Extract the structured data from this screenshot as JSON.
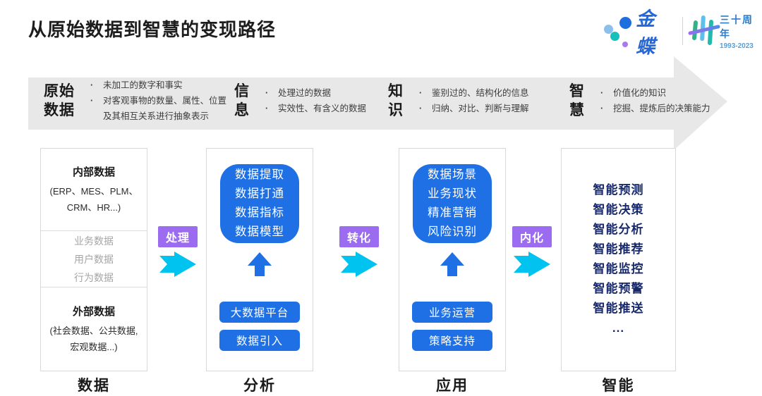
{
  "title": "从原始数据到智慧的变现路径",
  "logo": {
    "brand": "金蝶",
    "anniversary": "三十周年",
    "years": "1993-2023"
  },
  "banner": {
    "stages": [
      {
        "name": "原始\n数据",
        "bullets": [
          "未加工的数字和事实",
          "对客观事物的数量、属性、位置及其相互关系进行抽象表示"
        ]
      },
      {
        "name": "信\n息",
        "bullets": [
          "处理过的数据",
          "实效性、有含义的数据"
        ]
      },
      {
        "name": "知\n识",
        "bullets": [
          "鉴别过的、结构化的信息",
          "归纳、对比、判断与理解"
        ]
      },
      {
        "name": "智\n慧",
        "bullets": [
          "价值化的知识",
          "挖掘、提炼后的决策能力"
        ]
      }
    ]
  },
  "connectors": [
    {
      "label": "处理"
    },
    {
      "label": "转化"
    },
    {
      "label": "内化"
    }
  ],
  "columns": [
    {
      "footer": "数据",
      "sections": [
        {
          "heading": "内部数据",
          "lines": [
            "(ERP、MES、PLM、",
            "CRM、HR...)"
          ]
        },
        {
          "lines": [
            "业务数据",
            "用户数据",
            "行为数据"
          ]
        },
        {
          "heading": "外部数据",
          "lines": [
            "(社会数据、公共数据,",
            "宏观数据...)"
          ]
        }
      ]
    },
    {
      "footer": "分析",
      "bubble": "数据提取\n数据打通\n数据指标\n数据模型",
      "buttons": [
        "大数据平台",
        "数据引入"
      ]
    },
    {
      "footer": "应用",
      "bubble": "数据场景\n业务现状\n精准营销\n风险识别",
      "buttons": [
        "业务运营",
        "策略支持"
      ]
    },
    {
      "footer": "智能",
      "items": [
        "智能预测",
        "智能决策",
        "智能分析",
        "智能推荐",
        "智能监控",
        "智能预警",
        "智能推送",
        "..."
      ]
    }
  ],
  "colors": {
    "accent_blue": "#1f6fe5",
    "navy_text": "#17296b",
    "cyan_arrow": "#00c3f0",
    "purple_label": "#9c6cf0",
    "banner_gray": "#e8e8e8",
    "brand_blue": "#2667d6"
  }
}
